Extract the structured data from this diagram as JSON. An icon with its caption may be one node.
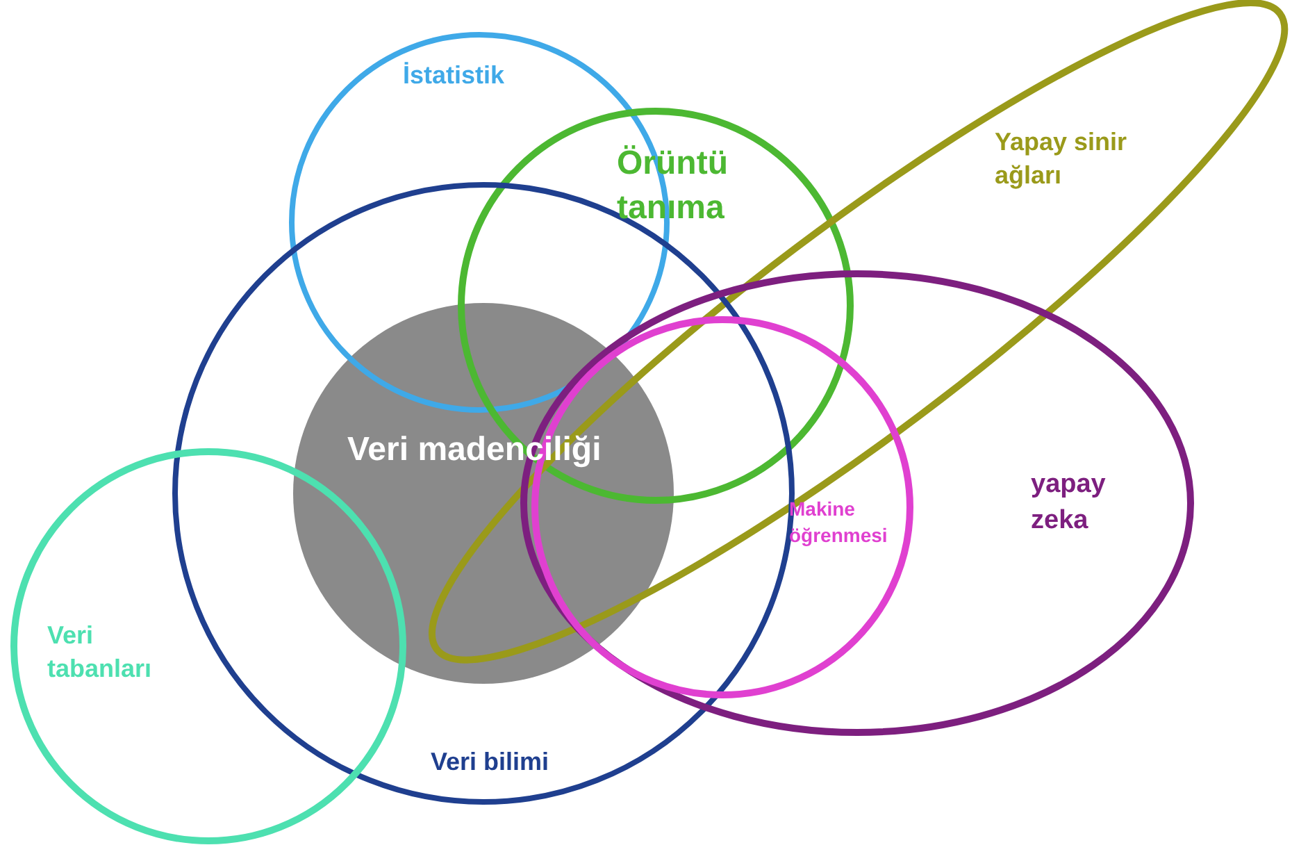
{
  "diagram": {
    "nodes": [
      {
        "text": [
          "İstatistik"
        ]
      },
      {
        "text": [
          "Örüntü tanıma"
        ]
      },
      {
        "text": [
          "Yapay sinir ağları"
        ]
      },
      {
        "text": [
          "Veri madenciliği"
        ],
        "in": 7
      },
      {
        "text": [
          "yapay zeka"
        ]
      },
      {
        "text": [
          "Makine öğrenmesi"
        ],
        "in": 4
      },
      {
        "text": [
          "Veri tabanları"
        ]
      },
      {
        "text": [
          "Veri bilimi"
        ]
      }
    ],
    "edges": []
  }
}
